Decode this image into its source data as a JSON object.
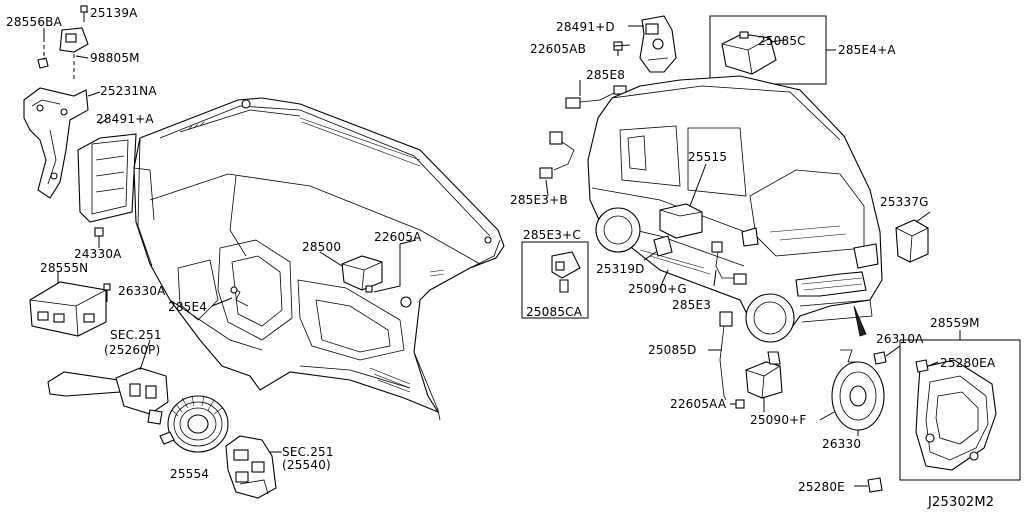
{
  "diagram_code": "J25302M2",
  "callouts": {
    "p28556BA": "28556BA",
    "p25139A": "25139A",
    "p98805M": "98805M",
    "p25231NA": "25231NA",
    "p28491A": "28491+A",
    "p24330A": "24330A",
    "p28555N": "28555N",
    "p26330A": "26330A",
    "sec251a_1": "SEC.251",
    "sec251a_2": "(25260P)",
    "p25554": "25554",
    "sec251b_1": "SEC.251",
    "sec251b_2": "(25540)",
    "p28500": "28500",
    "p22605A": "22605A",
    "p285E4": "285E4",
    "p28491D": "28491+D",
    "p22605AB": "22605AB",
    "p285E8": "285E8",
    "p25085C": "25085C",
    "p285E4A": "285E4+A",
    "p285E3B": "285E3+B",
    "p25515": "25515",
    "p285E3C": "285E3+C",
    "p25085CA": "25085CA",
    "p25319D": "25319D",
    "p25090G": "25090+G",
    "p285E3": "285E3",
    "p25337G": "25337G",
    "p28559M": "28559M",
    "p26310A": "26310A",
    "p25280EA": "25280EA",
    "p25085D": "25085D",
    "p22605AA": "22605AA",
    "p25090F": "25090+F",
    "p26330": "26330",
    "p25280E": "25280E"
  }
}
